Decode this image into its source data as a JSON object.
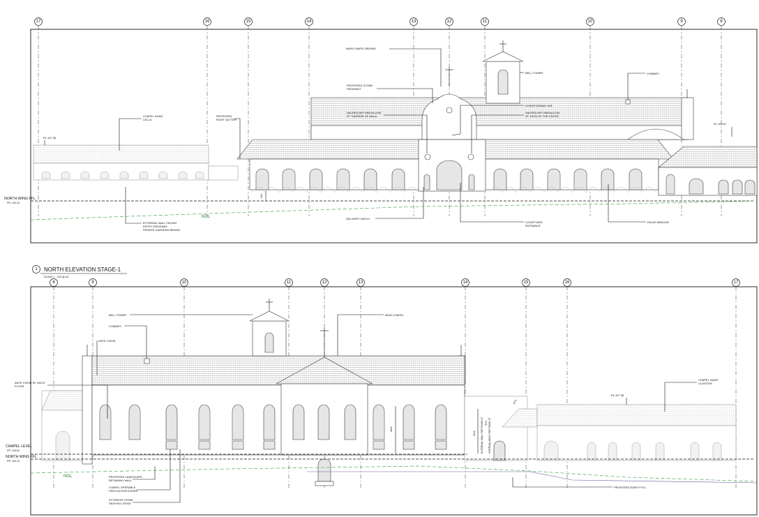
{
  "elevation_stage_1": {
    "title": "NORTH ELEVATION STAGE-1",
    "number": "1",
    "scale": "SCALE 1 : 100 @ A1"
  },
  "upper": {
    "grid_labels": [
      "17",
      "16",
      "15",
      "14",
      "13",
      "12",
      "11",
      "10",
      "9",
      "8"
    ],
    "notes": {
      "main_chapel_behind": "MAIN CHAPEL BEHIND",
      "bell_tower": "BELL TOWER",
      "chimney": "CHIMNEY",
      "stone_pediment_1": "PROPOSED STONE",
      "stone_pediment_2": "PEDIMENT",
      "christogram": "CHRISTOGRAM 'IHS'",
      "sacred_art_left_1": "SACRED ART MEDALLION",
      "sacred_art_left_2": "ST THERESE OF AVILA",
      "sacred_art_right_1": "SACRED ART MEDALLION",
      "sacred_art_right_2": "ST JOHN OF THE CROSS",
      "chapel_nuns_cells_1": "CHAPEL NUNS'",
      "chapel_nuns_cells_2": "CELLS",
      "roof_gutter_1": "PROPOSED",
      "roof_gutter_2": "ROOF GUTTER",
      "rl_left": "RL 107.35",
      "rl_right": "RL 106.67",
      "ext_wall_1": "EXTERNAL WALL FACING",
      "ext_wall_2": "ENTRY DRIVEWAY",
      "ext_wall_3": "PRIVATE GARDENS BEHIND",
      "delivery_hatch": "DELIVERY HATCH",
      "courtyard_1": "COURTYARD",
      "courtyard_2": "ENTRANCE",
      "false_window": "FALSE WINDOW",
      "dim_small": "1400"
    },
    "level_label": "NORTH WING FFL",
    "level_value": "FFL 102.24",
    "ngl": "NGL"
  },
  "lower": {
    "grid_labels": [
      "8",
      "9",
      "10",
      "11",
      "12",
      "13",
      "14",
      "15",
      "16",
      "17"
    ],
    "notes": {
      "bell_tower": "BELL TOWER",
      "chimney": "CHIMNEY",
      "main_chapel": "MAIN CHAPEL",
      "ante_choir": "ANTE CHOIR",
      "ante_choir_floor_1": "ANTE CHOIR  RL 106.67",
      "ante_choir_floor_2": "FLOOR",
      "chapel_nuns_cloister_1": "CHAPEL NUNS'",
      "chapel_nuns_cloister_2": "CLOISTER",
      "rl_right": "RL 107.35",
      "landscape_1": "PROPOSED LANDSCAPE",
      "landscape_2": "RETAINING WALL",
      "vent_1": "CHAPEL OPERABLE",
      "vent_2": "VENTILATION DOORS",
      "seating_1": "EXTERIOR STONE",
      "seating_2": "SEATING LEDGE",
      "earth_fill": "PROPOSED EARTH FILL",
      "dim_chapel": "4616",
      "dim_ext_1": "4018",
      "dim_ext_2": "EXTERNAL WALL TOP FINISH LT",
      "dim_ext_3": "INTERNAL ARCH TOP FINISH LT",
      "dim_ext_4": "5001",
      "dim_top": "1070"
    },
    "level_chapel_label": "CHAPEL LEVEL",
    "level_chapel_value": "FFL 103.81",
    "level_north_label": "NORTH WING FFL",
    "level_north_value": "FFL 102.24",
    "ngl": "NGL"
  }
}
